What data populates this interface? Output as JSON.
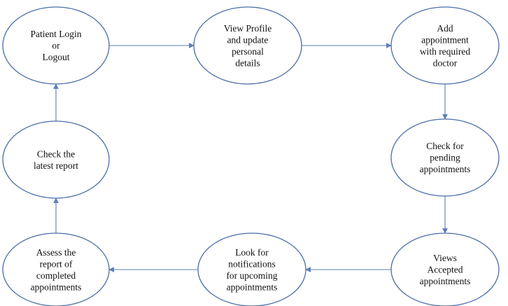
{
  "diagram": {
    "nodes": [
      {
        "id": "login",
        "lines": [
          "Patient Login",
          "or",
          "Logout"
        ]
      },
      {
        "id": "profile",
        "lines": [
          "View Profile",
          "and update",
          "personal",
          "details"
        ]
      },
      {
        "id": "add",
        "lines": [
          "Add",
          "appointment",
          "with required",
          "doctor"
        ]
      },
      {
        "id": "pending",
        "lines": [
          "Check for",
          "pending",
          "appointments"
        ]
      },
      {
        "id": "accepted",
        "lines": [
          "Views",
          "Accepted",
          "appointments"
        ]
      },
      {
        "id": "notify",
        "lines": [
          "Look for",
          "notifications",
          "for upcoming",
          "appointments"
        ]
      },
      {
        "id": "assess",
        "lines": [
          "Assess the",
          "report of",
          "completed",
          "appointments"
        ]
      },
      {
        "id": "report",
        "lines": [
          "Check the",
          "latest report"
        ]
      }
    ],
    "edges": [
      {
        "from": "login",
        "to": "profile"
      },
      {
        "from": "profile",
        "to": "add"
      },
      {
        "from": "add",
        "to": "pending"
      },
      {
        "from": "pending",
        "to": "accepted"
      },
      {
        "from": "accepted",
        "to": "notify"
      },
      {
        "from": "notify",
        "to": "assess"
      },
      {
        "from": "assess",
        "to": "report"
      },
      {
        "from": "report",
        "to": "login"
      }
    ],
    "colors": {
      "stroke": "#4a6fa5",
      "arrow": "#5b7fb8"
    }
  }
}
